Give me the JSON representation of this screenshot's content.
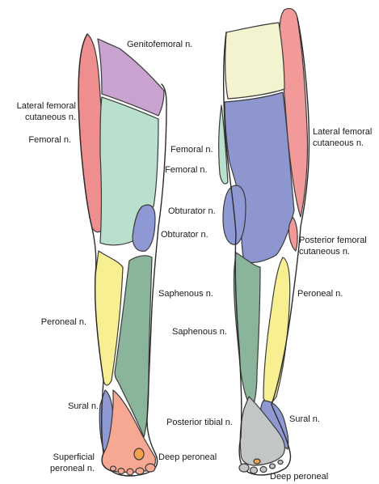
{
  "colors": {
    "genitofemoral": "#c9a3cf",
    "lateral_femoral_cutaneous": "#ef8e8e",
    "femoral": "#b9e0cc",
    "obturator": "#8e98d2",
    "saphenous": "#8ab59b",
    "peroneal": "#f7ef92",
    "sural": "#8e98d2",
    "superficial_peroneal": "#f7a893",
    "deep_peroneal": "#f2a04a",
    "posterior_femoral_cutaneous": "#f4f3cf",
    "posterior_tibial": "#c3c6c6",
    "posterior_lateral": "#f29a9a",
    "posterior_back": "#8e96d0"
  },
  "anterior_labels": {
    "genitofemoral": "Genitofemoral n.",
    "lateral_femoral_cutaneous_1": "Lateral femoral",
    "lateral_femoral_cutaneous_2": "cutaneous n.",
    "femoral": "Femoral n.",
    "obturator": "Obturator n.",
    "saphenous": "Saphenous n.",
    "peroneal": "Peroneal n.",
    "sural": "Sural n.",
    "superficial_peroneal_1": "Superficial",
    "superficial_peroneal_2": "peroneal n.",
    "deep_peroneal": "Deep peroneal"
  },
  "posterior_labels": {
    "femoral": "Femoral n.",
    "femoral_2": "Femoral n.",
    "obturator": "Obturator n.",
    "lateral_femoral_cutaneous_1": "Lateral femoral",
    "lateral_femoral_cutaneous_2": "cutaneous n.",
    "posterior_femoral_cutaneous_1": "Posterior femoral",
    "posterior_femoral_cutaneous_2": "cutaneous n.",
    "peroneal": "Peroneal n.",
    "saphenous": "Saphenous n.",
    "posterior_tibial": "Posterior tibial n.",
    "sural": "Sural n.",
    "deep_peroneal": "Deep peroneal"
  }
}
